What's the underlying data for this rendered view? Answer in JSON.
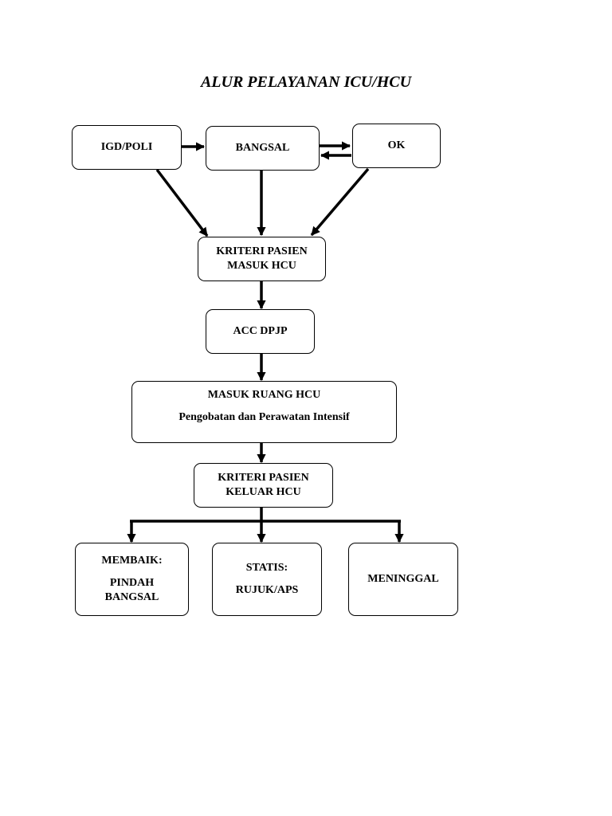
{
  "title": "ALUR PELAYANAN ICU/HCU",
  "nodes": {
    "igd_poli": "IGD/POLI",
    "bangsal": "BANGSAL",
    "ok": "OK",
    "kriteri_masuk": [
      "KRITERI PASIEN",
      "MASUK HCU"
    ],
    "acc_dpjp": "ACC DPJP",
    "masuk_ruang": {
      "title": "MASUK RUANG HCU",
      "subtitle": "Pengobatan dan Perawatan Intensif"
    },
    "kriteri_keluar": [
      "KRITERI PASIEN",
      "KELUAR HCU"
    ],
    "membaik": {
      "title": "MEMBAIK:",
      "lines": [
        "PINDAH",
        "BANGSAL"
      ]
    },
    "statis": {
      "title": "STATIS:",
      "line": "RUJUK/APS"
    },
    "meninggal": "MENINGGAL"
  }
}
